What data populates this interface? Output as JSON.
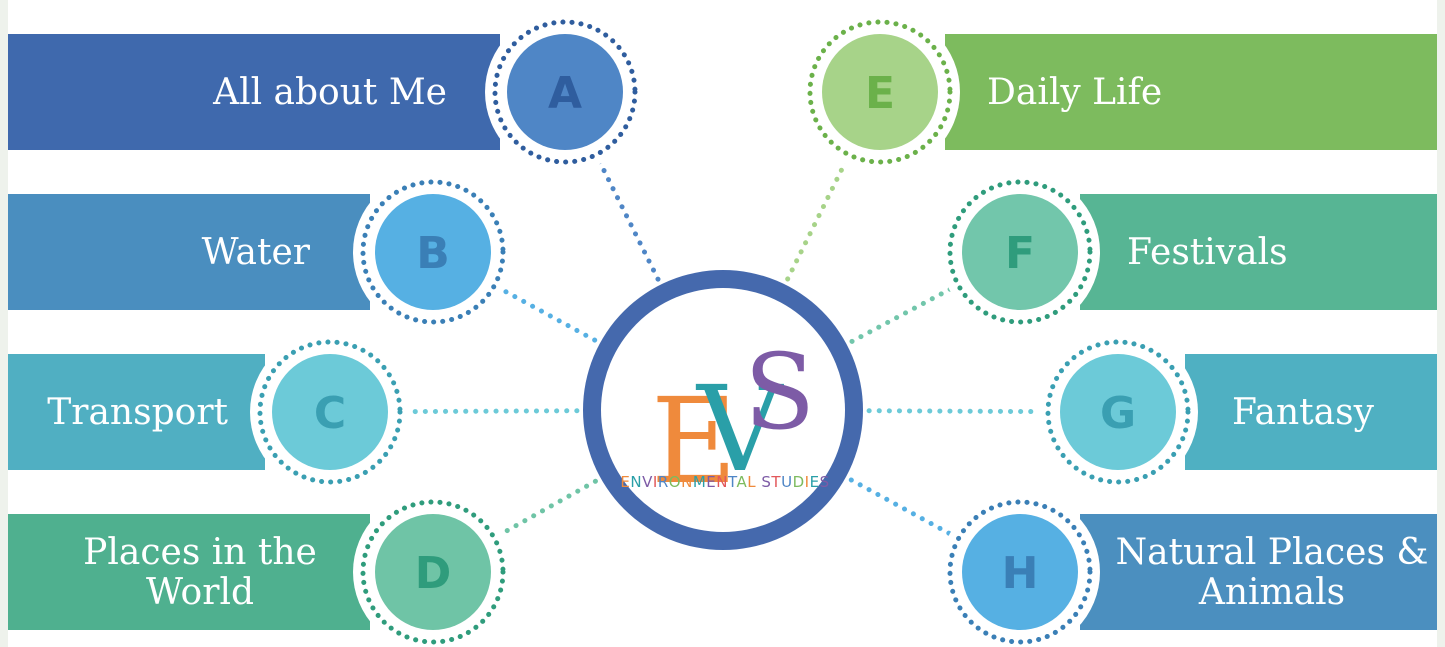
{
  "hub": {
    "logo_letters": [
      "E",
      "V",
      "S"
    ],
    "subtitle": "ENVIRONMENTAL STUDIES",
    "ring_color": "#4569ad"
  },
  "topics": [
    {
      "letter": "A",
      "label": [
        "All about Me"
      ],
      "side": "left",
      "band": "#3f69ad",
      "circle": "#4f86c6",
      "letter_color": "#2f5d9e"
    },
    {
      "letter": "B",
      "label": [
        "Water"
      ],
      "side": "left",
      "band": "#4a8ebf",
      "circle": "#56b0e3",
      "letter_color": "#3a7fb6"
    },
    {
      "letter": "C",
      "label": [
        "Transport"
      ],
      "side": "left",
      "band": "#50afc2",
      "circle": "#6ccad8",
      "letter_color": "#3a9fb2"
    },
    {
      "letter": "D",
      "label": [
        "Places in the",
        "World"
      ],
      "side": "left",
      "band": "#4fb08f",
      "circle": "#6fc4a6",
      "letter_color": "#2f9c7c"
    },
    {
      "letter": "E",
      "label": [
        "Daily Life"
      ],
      "side": "right",
      "band": "#7dbb5e",
      "circle": "#a7d389",
      "letter_color": "#6bb14a"
    },
    {
      "letter": "F",
      "label": [
        "Festivals"
      ],
      "side": "right",
      "band": "#57b594",
      "circle": "#72c6ab",
      "letter_color": "#2f9c7c"
    },
    {
      "letter": "G",
      "label": [
        "Fantasy"
      ],
      "side": "right",
      "band": "#4fb0c2",
      "circle": "#6ccad8",
      "letter_color": "#3a9fb2"
    },
    {
      "letter": "H",
      "label": [
        "Natural Places &",
        "Animals"
      ],
      "side": "right",
      "band": "#4b8fbf",
      "circle": "#56b0e3",
      "letter_color": "#3a7fb6"
    }
  ]
}
